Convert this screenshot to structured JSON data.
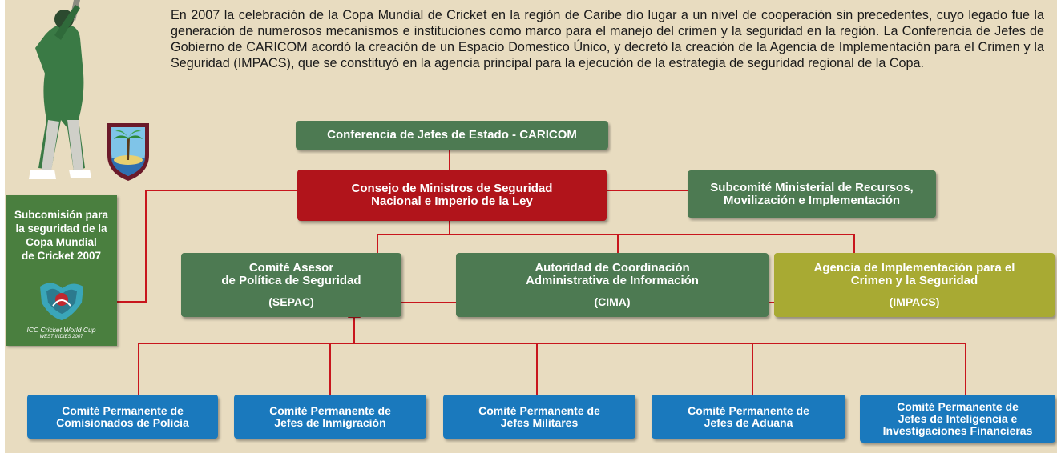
{
  "paragraph": "En 2007 la celebración de la Copa Mundial de Cricket en la región de Caribe dio lugar a un nivel de cooperación sin precedentes, cuyo legado fue la generación de numerosos mecanismos e instituciones como marco para el manejo del crimen y la seguridad en la región. La Conferencia de Jefes de Gobierno de CARICOM acordó la creación de un Espacio Domestico Único, y decretó la creación de la Agencia de Implementación para el Crimen y la Seguridad (IMPACS), que se constituyó en la agencia principal para la ejecución de la estrategia de seguridad regional de la Copa.",
  "colors": {
    "background": "#e8dcc0",
    "green": "#4d7a52",
    "red": "#b1141b",
    "olive": "#a8aa33",
    "blue": "#1a79bd",
    "connector": "#c8161d"
  },
  "nodes": {
    "conference": "Conferencia de Jefes de Estado - CARICOM",
    "council": {
      "line1": "Consejo de Ministros de Seguridad",
      "line2": "Nacional e Imperio de la Ley"
    },
    "subcommittee": {
      "line1": "Subcomité Ministerial de Recursos,",
      "line2": "Movilización e Implementación"
    },
    "sepac": {
      "line1": "Comité Asesor",
      "line2": "de Política de Seguridad",
      "abbr": "(SEPAC)"
    },
    "cima": {
      "line1": "Autoridad de Coordinación",
      "line2": "Administrativa de Información",
      "abbr": "(CIMA)"
    },
    "impacs": {
      "line1": "Agencia de Implementación para el",
      "line2": "Crimen y la Seguridad",
      "abbr": "(IMPACS)"
    }
  },
  "committees": [
    {
      "line1": "Comité Permanente de",
      "line2": "Comisionados de Policía"
    },
    {
      "line1": "Comité Permanente de",
      "line2": "Jefes de Inmigración"
    },
    {
      "line1": "Comité Permanente de",
      "line2": "Jefes Militares"
    },
    {
      "line1": "Comité Permanente de",
      "line2": "Jefes de Aduana"
    },
    {
      "line1": "Comité Permanente de",
      "line2": "Jefes de Inteligencia e",
      "line3": "Investigaciones Financieras"
    }
  ],
  "card": {
    "title_lines": [
      "Subcomisión para",
      "la seguridad de la",
      "Copa Mundial",
      "de Cricket 2007"
    ],
    "logo_line1": "ICC Cricket World Cup",
    "logo_line2": "WEST INDIES 2007"
  },
  "icons": [
    "cricket-player-icon",
    "west-indies-crest-icon",
    "cricket-world-cup-logo-icon"
  ]
}
